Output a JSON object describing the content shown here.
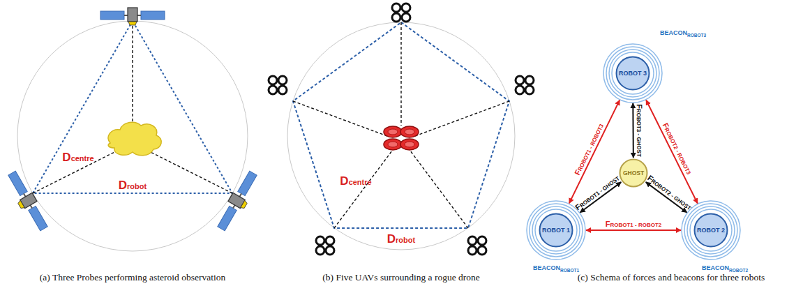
{
  "diagram": {
    "nodes": [
      {
        "text": [
          "ROBOT 3",
          "BEACON",
          "ROBOT3"
        ]
      },
      {
        "text": [
          "GHOST"
        ]
      },
      {
        "text": [
          "ROBOT 1",
          "BEACON",
          "ROBOT1"
        ]
      },
      {
        "text": [
          "ROBOT 2",
          "BEACON",
          "ROBOT2"
        ]
      }
    ],
    "edges": [
      {
        "from": 2,
        "to": 0,
        "arrow": "both",
        "label": "FROBOT1 - ROBOT3"
      },
      {
        "from": 3,
        "to": 0,
        "arrow": "both",
        "label": "FROBOT2 - ROBOT3"
      },
      {
        "from": 0,
        "to": 1,
        "arrow": "both",
        "label": "FROBOT3 - GHOST"
      },
      {
        "from": 2,
        "to": 1,
        "arrow": "both",
        "label": "FROBOT1 - GHOST"
      },
      {
        "from": 3,
        "to": 1,
        "arrow": "both",
        "label": "FROBOT2 - GHOST"
      },
      {
        "from": 2,
        "to": 3,
        "arrow": "both",
        "label": "FROBOT1 - ROBOT2"
      }
    ],
    "labels": [
      "Dcentre",
      "Drobot",
      "Dcentre",
      "Drobot",
      "(a) Three Probes performing asteroid observation",
      "(b) Five UAVs surrounding a rogue drone",
      "(c) Schema of forces and beacons for three robots"
    ]
  }
}
